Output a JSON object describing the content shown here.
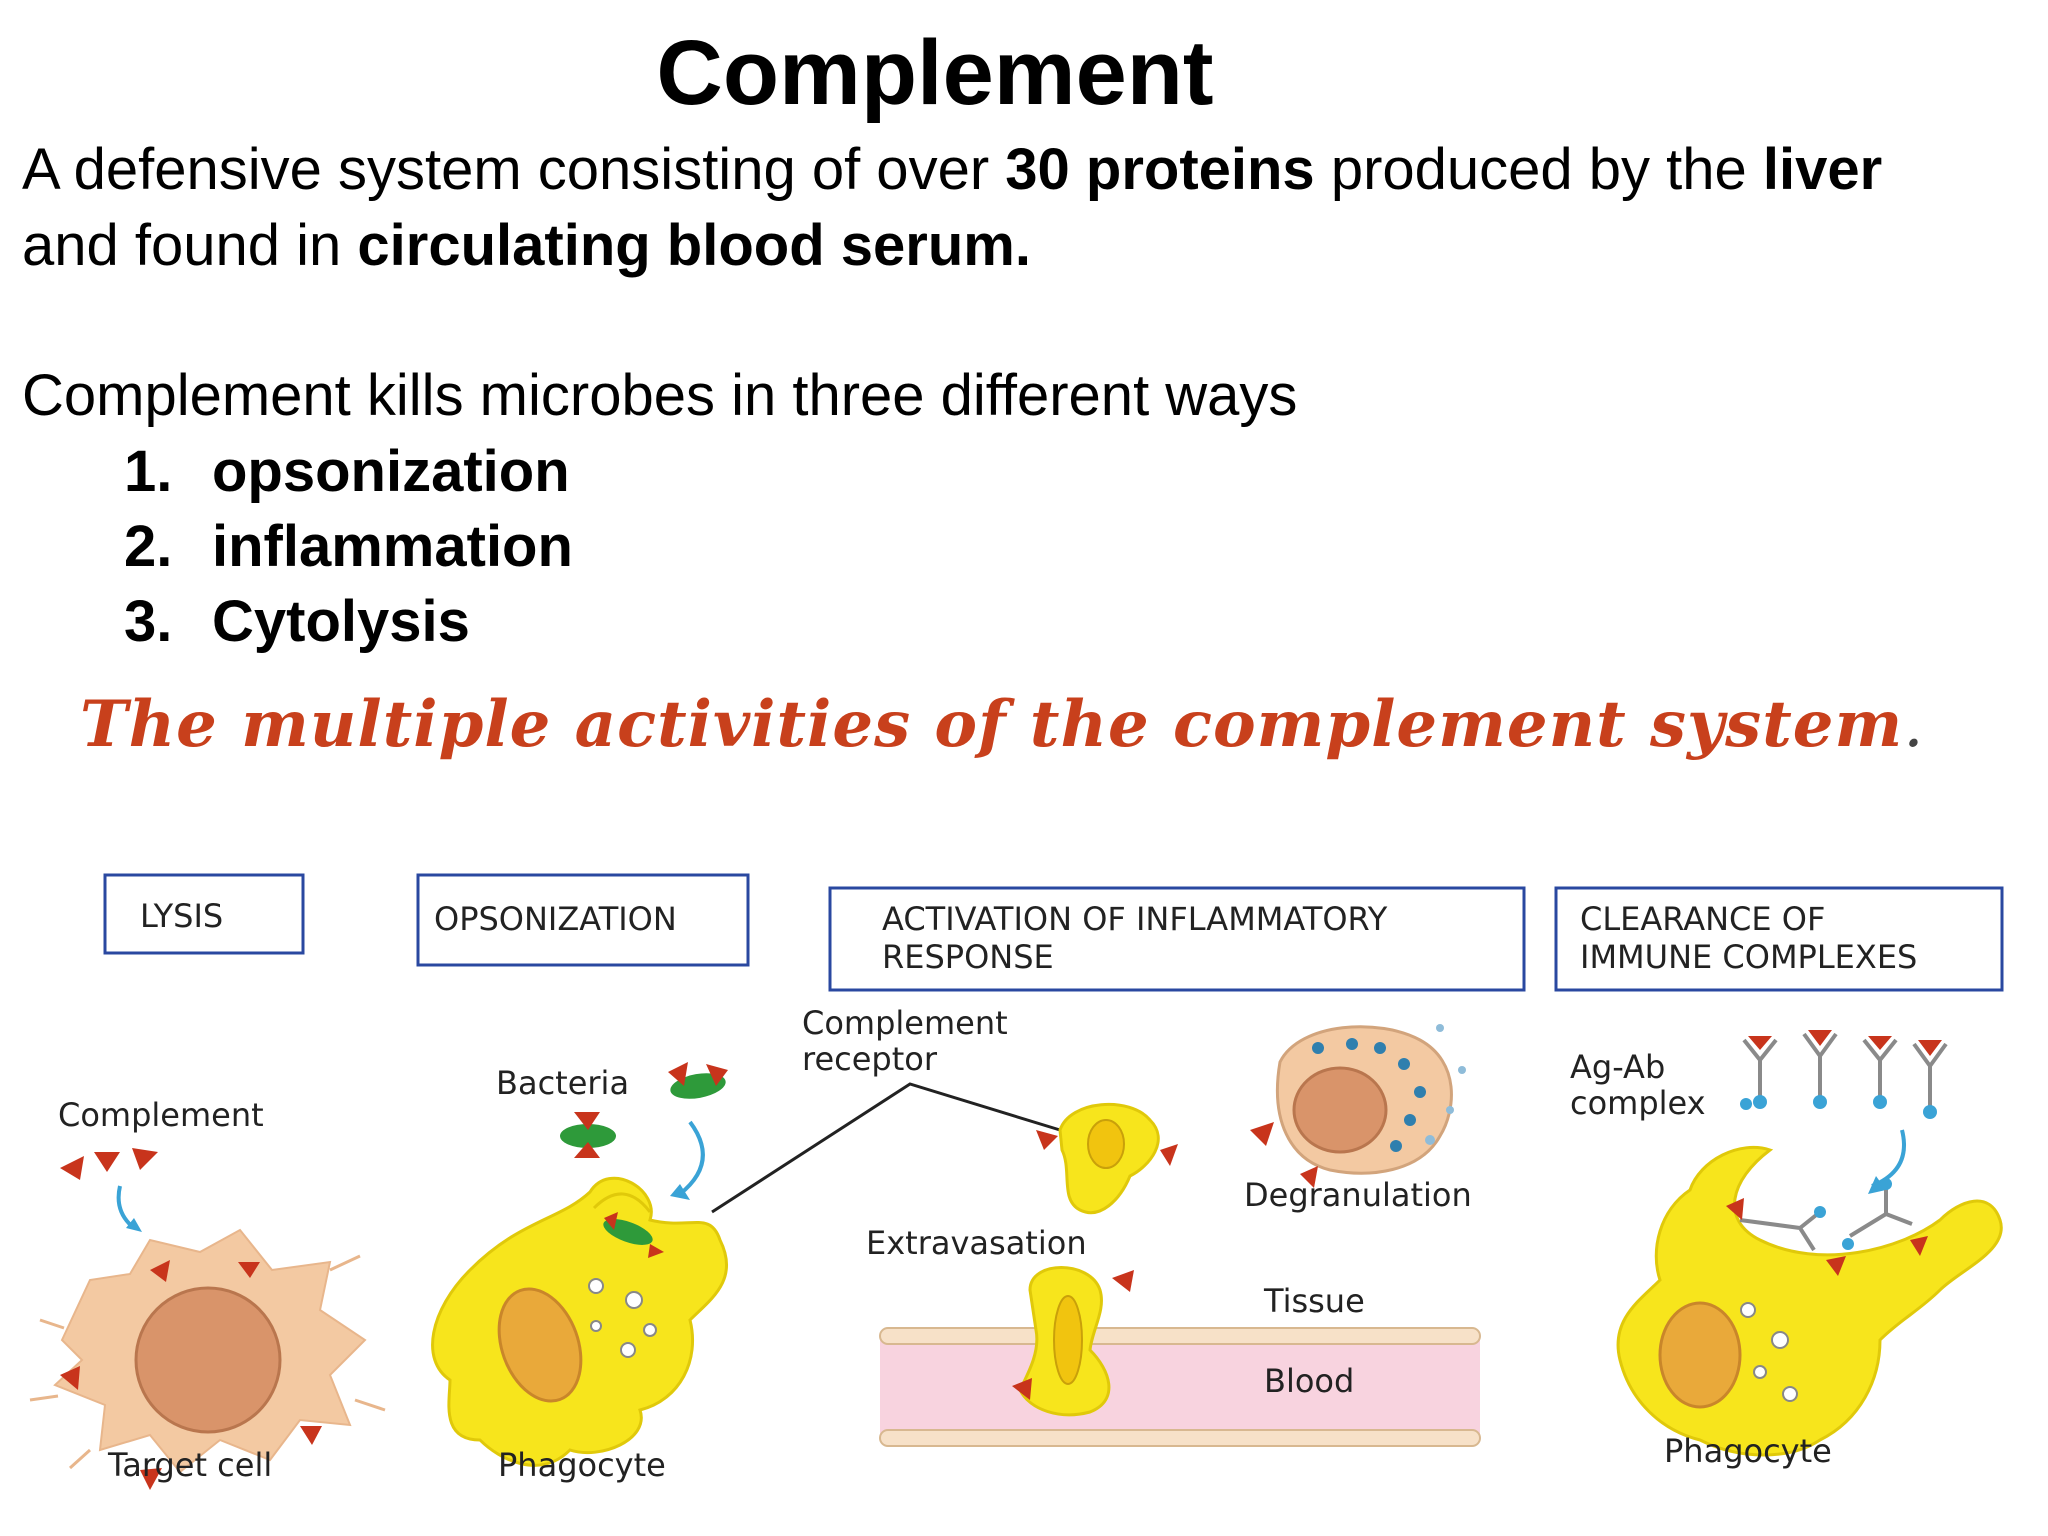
{
  "title": "Complement",
  "intro": {
    "l1_a": "A defensive system consisting of over ",
    "l1_b": "30 proteins",
    "l1_c": " produced by the ",
    "l1_d": "liver",
    "l2_a": "and found in ",
    "l2_b": "circulating blood serum."
  },
  "ways": {
    "intro": "Complement kills microbes in three different ways",
    "items": [
      {
        "num": "1.",
        "label": "opsonization"
      },
      {
        "num": "2.",
        "label": "inflammation"
      },
      {
        "num": "3.",
        "label": "Cytolysis"
      }
    ]
  },
  "diagram": {
    "title": "The multiple activities of the complement system",
    "title_end": ".",
    "boxes": {
      "lysis": "LYSIS",
      "opsonization": "OPSONIZATION",
      "inflammatory_l1": "ACTIVATION OF INFLAMMATORY",
      "inflammatory_l2": "RESPONSE",
      "clearance_l1": "CLEARANCE OF",
      "clearance_l2": "IMMUNE COMPLEXES"
    },
    "labels": {
      "complement": "Complement",
      "target_cell": "Target cell",
      "bacteria": "Bacteria",
      "phagocyte_left": "Phagocyte",
      "complement_receptor_l1": "Complement",
      "complement_receptor_l2": "receptor",
      "degranulation": "Degranulation",
      "extravasation": "Extravasation",
      "tissue": "Tissue",
      "blood": "Blood",
      "agab_l1": "Ag-Ab",
      "agab_l2": "complex",
      "phagocyte_right": "Phagocyte"
    },
    "colors": {
      "box_border": "#2a48a0",
      "cell_yellow": "#f7e51c",
      "nucleus_orange": "#e9a93a",
      "target_cell": "#f3c9a2",
      "complement_red": "#c8341c",
      "arrow_blue": "#3aa3d6",
      "blood_pink": "#f8d3df",
      "bacteria_green": "#2e9a3a"
    }
  }
}
